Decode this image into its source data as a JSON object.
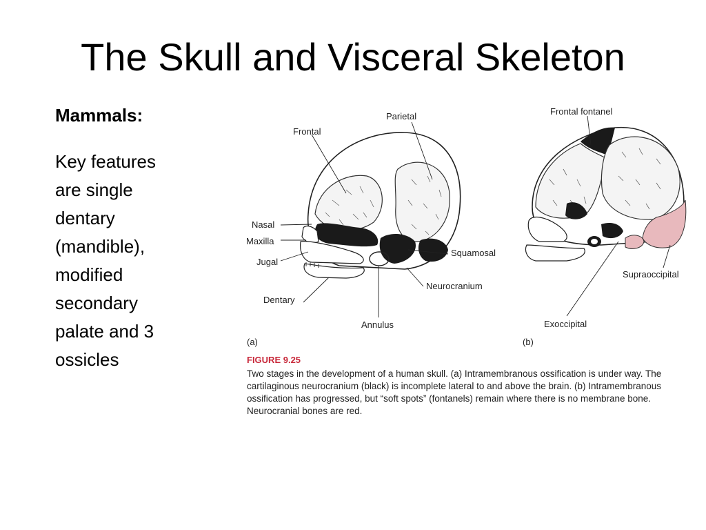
{
  "slide": {
    "title": "The Skull and Visceral Skeleton",
    "subhead": "Mammals:",
    "body": "Key features are single dentary (mandible), modified secondary palate and 3 ossicles"
  },
  "figure": {
    "labels_a": {
      "frontal": "Frontal",
      "parietal": "Parietal",
      "nasal": "Nasal",
      "maxilla": "Maxilla",
      "jugal": "Jugal",
      "dentary": "Dentary",
      "squamosal": "Squamosal",
      "neurocranium": "Neurocranium",
      "annulus": "Annulus"
    },
    "labels_b": {
      "frontal_fontanel": "Frontal fontanel",
      "supraoccipital": "Supraoccipital",
      "exoccipital": "Exoccipital"
    },
    "panel_a": "(a)",
    "panel_b": "(b)",
    "fig_number": "FIGURE 9.25",
    "caption": "Two stages in the development of a human skull. (a) Intramembranous ossification is under way. The cartilaginous neurocranium (black) is incomplete lateral to and above the brain. (b) Intramembranous ossification has progressed, but “soft spots” (fontanels) remain where there is no membrane bone. Neurocranial bones are red.",
    "colors": {
      "cartilage": "#1a1a1a",
      "neurocranial_bone": "#e8b9bd",
      "figure_number": "#c8283a"
    }
  }
}
